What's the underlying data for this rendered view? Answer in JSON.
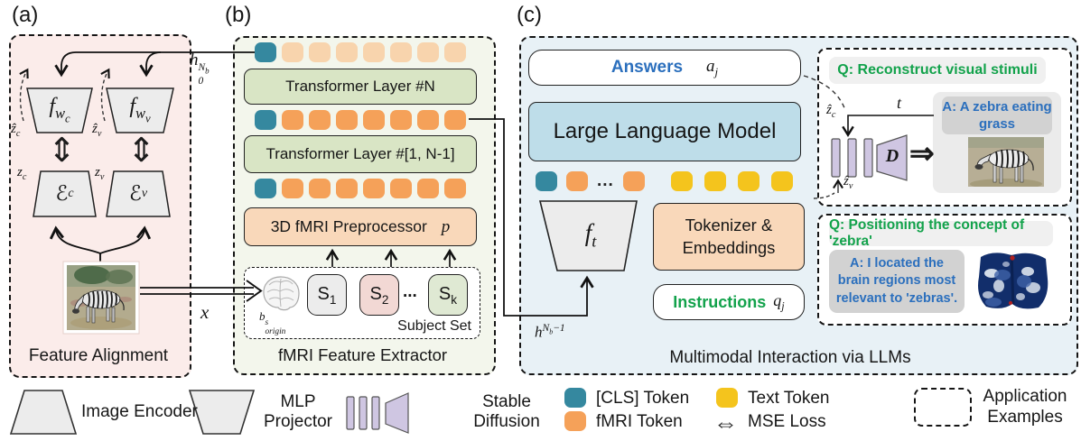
{
  "colors": {
    "panel_a_bg": "#fbecea",
    "panel_b_bg": "#f3f6ec",
    "panel_c_bg": "#e8f1f6",
    "cls": "#35889f",
    "fmri": "#f5a159",
    "fmri_faded": "#f8d4ad",
    "text": "#f4c41d",
    "layer_green": "#d9e5c5",
    "prep_orange": "#f9d8ba",
    "llm_blue": "#bedde9",
    "shape_gray": "#ececec",
    "diffusion_purple": "#cfc6e2",
    "q_green": "#12a24b",
    "a_blue": "#2b6fbd",
    "banner_gray": "#f0f0f0",
    "answer_gray": "#d2d2d2",
    "answer_wrap_gray": "#ebebeb",
    "s1_gray": "#ececec",
    "s2_pink": "#f2d8d4",
    "sk_green": "#dfe9d3"
  },
  "misc": {
    "dots": "...",
    "mse_glyph": "⇕",
    "mse_legend_glyph": "⇔",
    "big_arrow": "⇒"
  },
  "panel_a": {
    "tag": "(a)",
    "caption": "Feature Alignment",
    "proj_c": {
      "base": "f",
      "sub": "w",
      "subsub": "c"
    },
    "proj_v": {
      "base": "f",
      "sub": "w",
      "subsub": "v"
    },
    "enc_c": {
      "base": "ℰ",
      "sub": "c"
    },
    "enc_v": {
      "base": "ℰ",
      "sub": "v"
    },
    "zhat_c": {
      "base": "ẑ",
      "sub": "c"
    },
    "zhat_v": {
      "base": "ẑ",
      "sub": "v"
    },
    "z_c": {
      "base": "z",
      "sub": "c"
    },
    "z_v": {
      "base": "z",
      "sub": "v"
    },
    "x_var": "x"
  },
  "panel_b": {
    "tag": "(b)",
    "caption": "fMRI Feature Extractor",
    "h0": {
      "base": "h",
      "sup": "N",
      "supsub": "b",
      "sub": "0"
    },
    "layer_n": "Transformer Layer #N",
    "layer_range": "Transformer Layer #[1, N-1]",
    "preprocessor": "3D fMRI Preprocessor",
    "preprocessor_var": "p",
    "subject_set": {
      "label": "Subject Set",
      "brain_var": {
        "base": "b",
        "sup": "s",
        "sub": "origin"
      },
      "s1": {
        "base": "S",
        "sub": "1"
      },
      "s2": {
        "base": "S",
        "sub": "2"
      },
      "sk": {
        "base": "S",
        "sub": "k"
      }
    }
  },
  "panel_c": {
    "tag": "(c)",
    "caption": "Multimodal Interaction via LLMs",
    "answers_label": "Answers",
    "answers_var": {
      "base": "a",
      "sub": "j"
    },
    "llm": "Large Language Model",
    "ft": {
      "base": "f",
      "sub": "t"
    },
    "h_in": {
      "base": "h",
      "sup": "N",
      "supsub": "b",
      "suptail": "−1"
    },
    "tokenizer": "Tokenizer & Embeddings",
    "instructions_label": "Instructions",
    "instructions_var": {
      "base": "q",
      "sub": "j"
    }
  },
  "examples": {
    "recon": {
      "question": "Q: Reconstruct visual stimuli",
      "t_var": "t",
      "zhat_c": {
        "base": "ẑ",
        "sub": "c"
      },
      "zhat_v": {
        "base": "ẑ",
        "sub": "v"
      },
      "decoder_var": "D",
      "answer": "A: A zebra eating grass"
    },
    "positioning": {
      "question": "Q: Positioning the concept of 'zebra'",
      "answer": "A: I located the brain regions most relevant to 'zebras'."
    }
  },
  "legend": {
    "image_encoder": "Image Encoder",
    "mlp_projector": "MLP Projector",
    "stable_diffusion": "Stable Diffusion",
    "cls_token": "[CLS] Token",
    "fmri_token": "fMRI Token",
    "text_token": "Text Token",
    "mse_loss": "MSE Loss",
    "application_examples": "Application Examples"
  },
  "tokens": {
    "b_top": [
      "cls",
      "fmri_faded",
      "fmri_faded",
      "fmri_faded",
      "fmri_faded",
      "fmri_faded",
      "fmri_faded",
      "fmri_faded"
    ],
    "b_mid": [
      "cls",
      "fmri",
      "fmri",
      "fmri",
      "fmri",
      "fmri",
      "fmri",
      "fmri"
    ],
    "b_bot": [
      "cls",
      "fmri",
      "fmri",
      "fmri",
      "fmri",
      "fmri",
      "fmri",
      "fmri"
    ],
    "c_left": [
      "cls",
      "fmri",
      "dots",
      "fmri"
    ],
    "c_right": [
      "text",
      "text",
      "text",
      "text"
    ]
  }
}
